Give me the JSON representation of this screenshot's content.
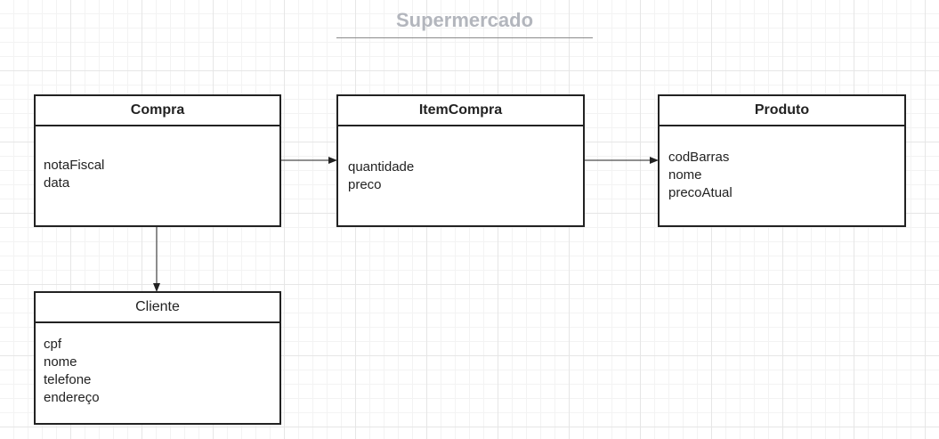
{
  "title": "Supermercado",
  "entities": {
    "compra": {
      "name": "Compra",
      "attributes": [
        "notaFiscal",
        "data"
      ]
    },
    "itemcompra": {
      "name": "ItemCompra",
      "attributes": [
        "quantidade",
        "preco"
      ]
    },
    "produto": {
      "name": "Produto",
      "attributes": [
        "codBarras",
        "nome",
        "precoAtual"
      ]
    },
    "cliente": {
      "name": "Cliente",
      "attributes": [
        "cpf",
        "nome",
        "telefone",
        "endereço"
      ]
    }
  },
  "colors": {
    "title": "#b3b6bd",
    "border": "#222222",
    "grid": "#e6e6e6"
  }
}
